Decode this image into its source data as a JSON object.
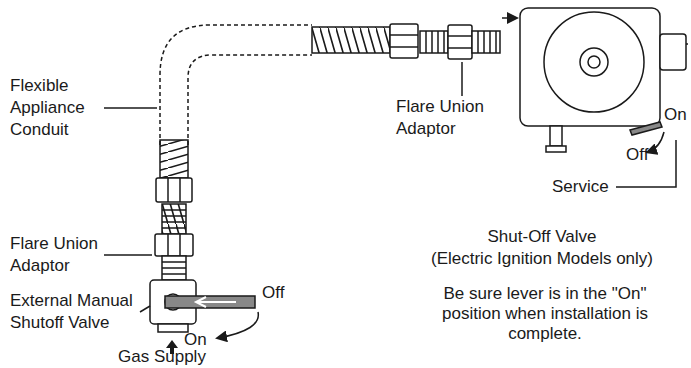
{
  "diagram": {
    "labels": [
      "Flexible Appliance Conduit",
      "Flare Union Adaptor",
      "External Manual Shutoff Valve",
      "Off",
      "On",
      "Gas Supply",
      "Flare Union Adaptor",
      "On",
      "Off",
      "Service",
      "Shut-Off Valve",
      "(Electric Ignition Models only)",
      "Be sure lever is in the \"On\" position when installation is complete."
    ]
  }
}
